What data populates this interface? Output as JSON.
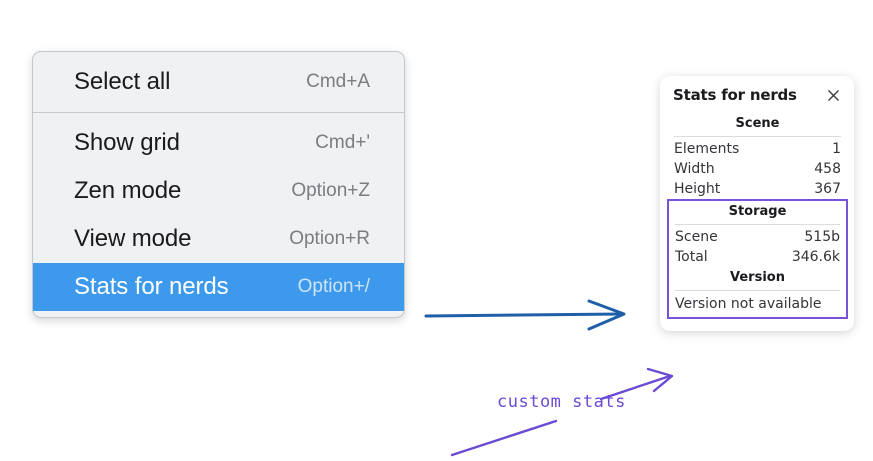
{
  "menu": {
    "groups": [
      {
        "items": [
          {
            "label": "Select all",
            "shortcut": "Cmd+A",
            "selected": false
          }
        ]
      },
      {
        "items": [
          {
            "label": "Show grid",
            "shortcut": "Cmd+'",
            "selected": false
          },
          {
            "label": "Zen mode",
            "shortcut": "Option+Z",
            "selected": false
          },
          {
            "label": "View mode",
            "shortcut": "Option+R",
            "selected": false
          },
          {
            "label": "Stats for nerds",
            "shortcut": "Option+/",
            "selected": true
          }
        ]
      }
    ],
    "highlight_color": "#3d99ec"
  },
  "stats_panel": {
    "title": "Stats for nerds",
    "close_icon": "close-icon",
    "scene": {
      "heading": "Scene",
      "rows": [
        {
          "label": "Elements",
          "value": "1"
        },
        {
          "label": "Width",
          "value": "458"
        },
        {
          "label": "Height",
          "value": "367"
        }
      ]
    },
    "storage": {
      "heading": "Storage",
      "rows": [
        {
          "label": "Scene",
          "value": "515b"
        },
        {
          "label": "Total",
          "value": "346.6k"
        }
      ]
    },
    "version": {
      "heading": "Version",
      "text": "Version not available"
    },
    "highlight_border_color": "#7a52d8"
  },
  "annotations": {
    "flow_arrow_color": "#1f5fa8",
    "note_text": "custom stats",
    "note_color": "#6b4ad4"
  }
}
